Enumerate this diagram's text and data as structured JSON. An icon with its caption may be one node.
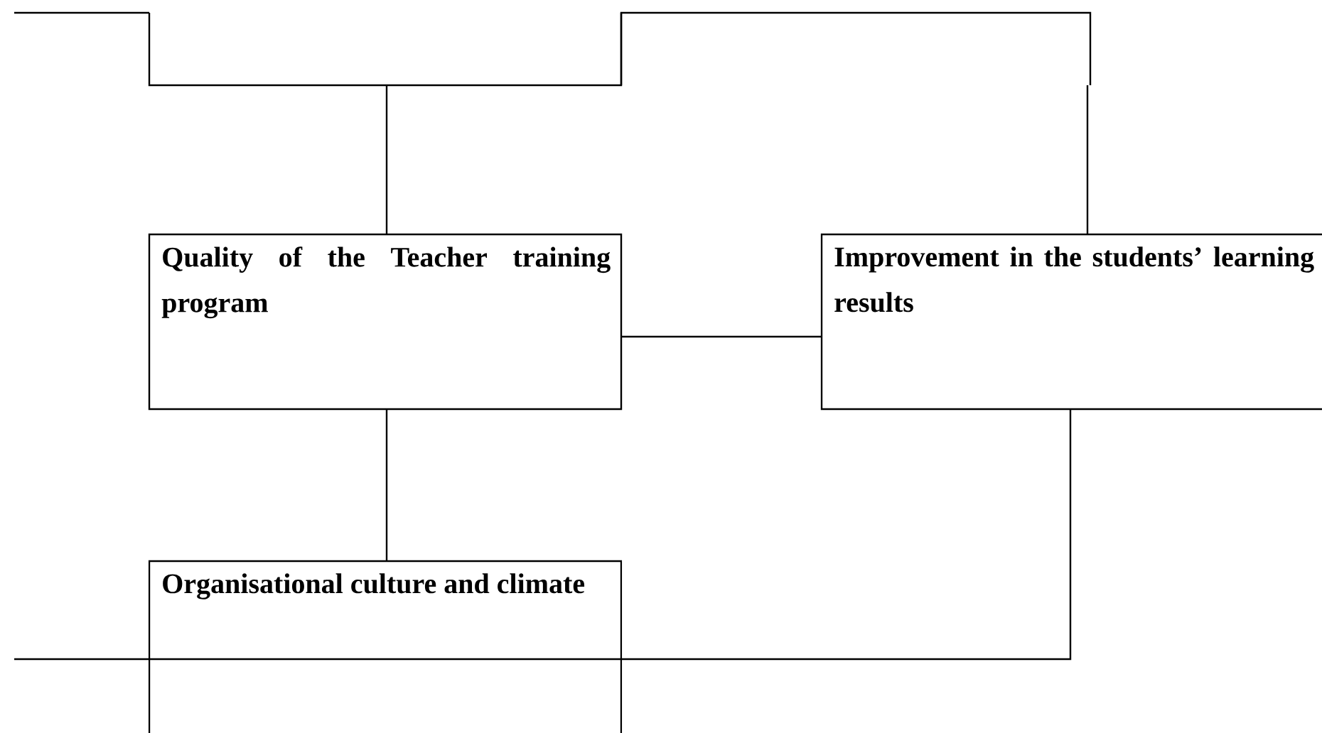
{
  "diagram": {
    "nodes": [
      {
        "text": [],
        "shape": "box"
      },
      {
        "text": [],
        "shape": "box"
      },
      {
        "text": [
          "Quality of the Teacher training program"
        ]
      },
      {
        "text": [
          "Improvement in the students’ learning results"
        ]
      },
      {
        "text": [
          "Organisational culture and climate"
        ]
      }
    ],
    "edges": [
      {
        "from": 0,
        "to": 2,
        "arrow": "none"
      },
      {
        "from": 1,
        "to": 3,
        "arrow": "none"
      },
      {
        "from": 2,
        "to": 3,
        "arrow": "none"
      },
      {
        "from": 2,
        "to": 4,
        "arrow": "none"
      },
      {
        "from": 4,
        "to": 3,
        "arrow": "none"
      },
      {
        "from": null,
        "to": 4,
        "arrow": "none"
      }
    ]
  }
}
